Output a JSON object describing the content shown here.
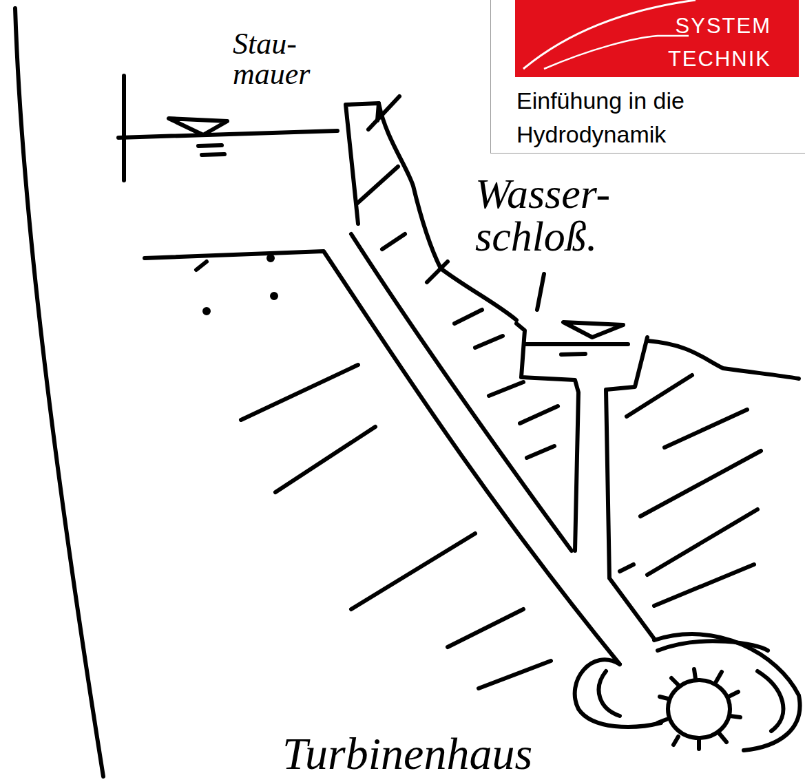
{
  "diagram": {
    "nodes": [
      {
        "text": [
          "Einfühung in die Hydrodynamik"
        ]
      },
      {
        "text": [
          "SYSTEM TECHNIK"
        ],
        "in": 0
      }
    ],
    "labels": [
      "Stau- mauer",
      "Wasser- schloß.",
      "Turbinenhaus"
    ]
  }
}
